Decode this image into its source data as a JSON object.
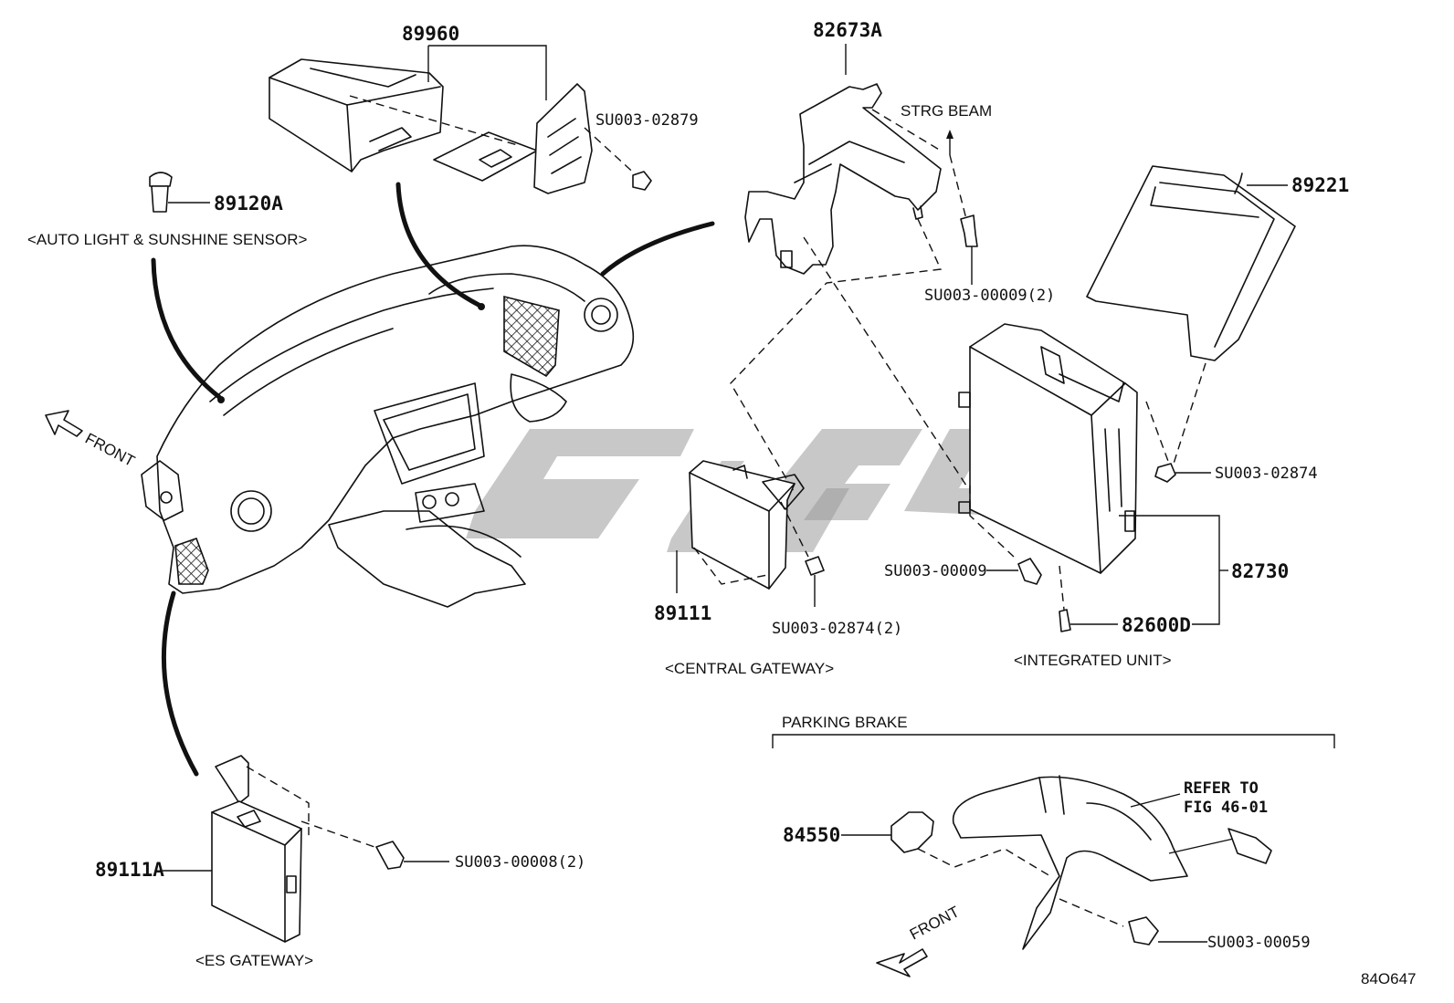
{
  "diagram_code": "84O647",
  "parts": {
    "p89960": "89960",
    "p82673A": "82673A",
    "p89120A": "89120A",
    "p89221": "89221",
    "p89111": "89111",
    "p82730": "82730",
    "p82600D": "82600D",
    "p89111A": "89111A",
    "p84550": "84550"
  },
  "fasteners": {
    "f02879": "SU003-02879",
    "f00009x2": "SU003-00009(2)",
    "f02874": "SU003-02874",
    "f00009": "SU003-00009",
    "f02874x2": "SU003-02874(2)",
    "f00008x2": "SU003-00008(2)",
    "f00059": "SU003-00059"
  },
  "labels": {
    "strg_beam": "STRG BEAM",
    "auto_light": "<AUTO LIGHT & SUNSHINE SENSOR>",
    "central_gateway": "<CENTRAL GATEWAY>",
    "integrated_unit": "<INTEGRATED UNIT>",
    "es_gateway": "<ES GATEWAY>",
    "parking_brake": "PARKING BRAKE",
    "refer_line1": "REFER TO",
    "refer_line2": "FIG 46-01",
    "front_top": "FRONT",
    "front_bottom": "FRONT"
  }
}
